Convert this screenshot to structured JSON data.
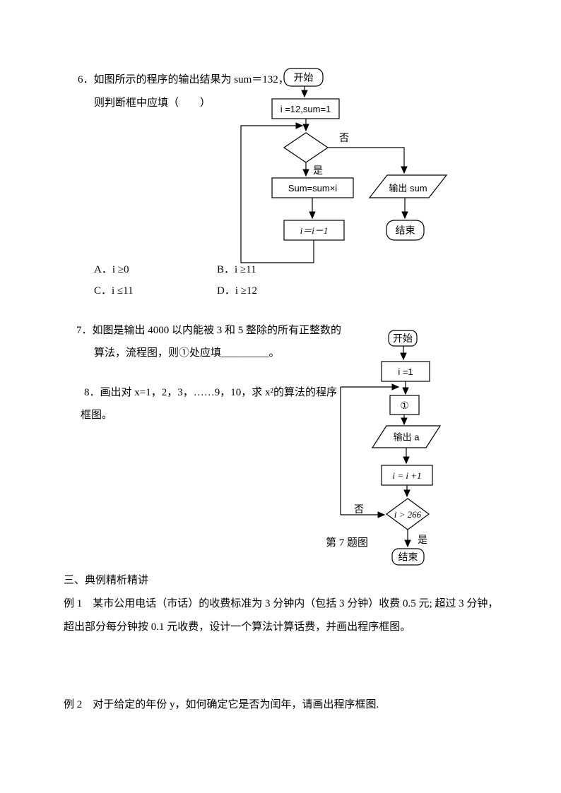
{
  "question6": {
    "line1": "6．如图所示的程序的输出结果为 sum＝132，",
    "line2": "则判断框中应填（　　）",
    "options": [
      "A．i ≥0",
      "B．i ≥11",
      "C．i ≤11",
      "D．i ≥12"
    ]
  },
  "flowchart1": {
    "start": "开始",
    "init": "i =12,sum=1",
    "no": "否",
    "yes": "是",
    "body": "Sum=sum×i",
    "decrement": "i＝i－1",
    "output": "输出 sum",
    "end": "结束"
  },
  "question7": {
    "line1": "7．如图是输出 4000 以内能被 3 和 5 整除的所有正整数的",
    "line2": "算法，流程图，则①处应填_________。"
  },
  "question8": {
    "line1": "8．画出对 x=1，2，3，……9，10，求 x²的算法的程序",
    "line2": "框图。"
  },
  "flowchart2": {
    "start": "开始",
    "init": "i =1",
    "step": "①",
    "output": "输出 a",
    "increment": "i = i +1",
    "condition": "i > 266",
    "no": "否",
    "yes": "是",
    "end": "结束",
    "caption": "第 7 题图"
  },
  "section3": {
    "heading": "三、典例精析精讲"
  },
  "example1": {
    "line1": "例 1　某市公用电话（市话）的收费标准为 3 分钟内（包括 3 分钟）收费 0.5 元; 超过 3 分钟，",
    "line2": "超出部分每分钟按 0.1 元收费，设计一个算法计算话费，并画出程序框图。"
  },
  "example2": {
    "line1": "例 2　对于给定的年份 y，如何确定它是否为闰年，请画出程序框图."
  }
}
